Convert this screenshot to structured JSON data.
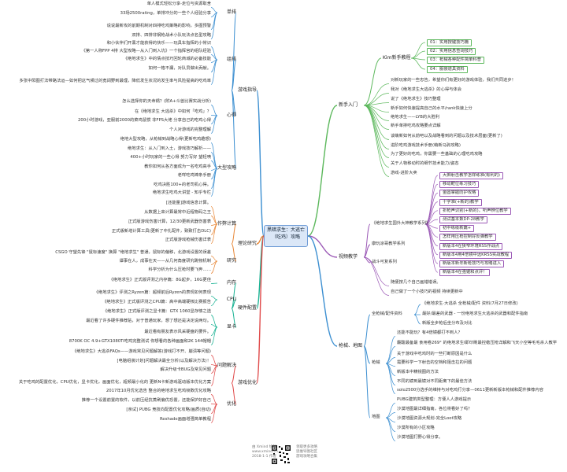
{
  "center": {
    "line1": "黑暗求生：大逃亡",
    "line2": "（吃鸡）攻略"
  },
  "colors": {
    "blue": "#3c8fd1",
    "green": "#5cb85c",
    "purple": "#9b59b6",
    "teal": "#1ab394",
    "orange": "#e8893a",
    "red": "#e04b4b",
    "grey": "#9aa5b1"
  },
  "branches": {
    "game_guide": "游戏指导",
    "novice": "新手入门",
    "theory": "理论研究",
    "video": "视频教学",
    "hardware": "硬件配置",
    "optimize": "游戏优化",
    "tactics": "枪械、地图"
  },
  "subbranches": {
    "solo": "单排",
    "team": "组排",
    "mind": "心得",
    "master": "大型攻略",
    "cheat": "作弊计算",
    "research": "研究",
    "memory": "内存",
    "cpu": "CPU",
    "gpu": "显卡",
    "problem": "问题解决",
    "opt": "优化",
    "newbie": "Kim新手教程",
    "weapon_data": "全枪械/配件资料",
    "guns": "枪械",
    "maps": "地图",
    "video_series": "《绝地求生国外大神教学系列》",
    "rank_series": "康玩凉哥教学系列",
    "tactics_series": "战斗可复系列"
  },
  "left_items": {
    "solo": [
      "单人模式轻松分享-走位与资源取舍",
      "33场2500rating，单排冲分的一些个人经验分享",
      "说说最新攻的前期机制对四排吃鸡策略的影响，多图预警",
      "双排、四排非钢枪战术小队玩法点名型攻略"
    ],
    "team": [
      "和小伙伴们开黑才能获得的快乐——玩具车指挥的小常识",
      "《第一人称FPP 4排 大型攻略—从入门到入坑》一个指挥官的组队经验",
      "《绝地求生》中的情点技巧回轮商城的必备技能",
      "如何一格不漏，对队员做出贡献。",
      "多张中阳图打法带路法运—如何把这气候过的宽阔野到最理，降低发生状况的发生率与风险提高的吃鸡率"
    ],
    "mind_items": [
      "怎么选择你的天命锅？(附A+斗兽比赛实战分析)",
      "在《绝地求生 大逃杀》中如何「吃鸡」？",
      "200小时游戏，亚服前2000的菜鸡鼠惯 非FPS大佬 分享自己的吃鸡心得",
      "个人对游戏的完整理解"
    ],
    "master": [
      "绝地大型攻略，从枪械到战略心得(更新吃鸡趣想)",
      "绝地求生：从入门到入土，游戏技巧解析——",
      "400+小时玩家的一些心得 努力写好 望轻喷",
      "教你如何从各方面成为一名吃鸡高手",
      "老咩吃鸡锦条手册",
      "吃鸡决胜100+的老司机心得。",
      "绝地求生吃鸡大讲堂 - 知乎专栏"
    ],
    "cheat": [
      "[还能量]游戏信息计算。",
      "从数据上来计算最常中近程物码之王",
      "正式版游戏伤害计算，12/30更新武器伤害表",
      "正式版新增计算工具(更新了中扎配件，致致打击DLC)",
      "正式版游戏枪械伤害详表"
    ],
    "research": [
      "CSGO 守望先锋 \"鼠标速度\" 换算 \"绝地求生\" 普通，鼠标的偏移，北游戏设置的误差",
      "谭事在人，成事在天——从几何角度研究跳物机制",
      "科学分析为什么压枪时要飞奔……"
    ],
    "memory": [
      "《绝地求生》正式版评测之内存篇：8G起步，16G更佳"
    ],
    "cpu": [
      "《绝地求生》评测之Ryzen篇：超频前后Ryzen的表现如何表现",
      "《绝地求生》正式版评测之CPU篇：高中高端硬核比赛报告"
    ],
    "gpu": [
      "《绝地求生》正式版评测之显卡篇：GTX 1060显存够之选",
      "最近看了许多硬件推荐贴，对于普通玩家，想了想还是决定说两句。",
      "最近看有朋友表示风采硬盘的要件。",
      "8700K OC 4.9+GTX1080Ti吃鸡完整测试 你想看的各种画面和2K 144帽帽"
    ],
    "problem": [
      "《绝地求生》大逃杀FAQs——游戏常见问题解答(游戏打不开、崩溃等问题)",
      "[电脑组装计划]问题解决最全分析(以及解决方法)！",
      "解决升级卡BUG及常见问题",
      "关于吃鸡的配置优化，CPU优化，显卡优化，画面优化，超频最小化的 更新N卡新游戏驱动版本优化方案"
    ],
    "opt": [
      "2017年10月优化选告 整合的绝地求生吃鸡帧数优化攻略",
      "推荐一个设置前置的软件，以前压经抗蒸刷偏优恐置，还能保护好自己",
      "[亲试] PUBG 竞技向配置优化攻略/画质(自动)",
      "Reshade画面增强简单教程"
    ]
  },
  "right_items": {
    "newbie": [
      "01：实用按键技巧篇",
      "02：实用信息查询技巧",
      "03：枪械各种配件简单科普",
      "04：服装道具资料"
    ],
    "novice": [
      "对新玩家的一些忠告，希望你们有更好的游戏体验，我们共同进步！",
      "我对《绝地求生大逃杀》的心得与体会",
      "说了《绝地求生》技巧整理",
      "新手如何快速提高自己的水平/rank快速上分",
      "绝地求生——LYB的大胜利"
    ],
    "novice2": [
      "新手单排吃鸡攻略要点详解",
      "谈萌新如何从前吧以及战略看到的问题以及技术层面(更新了)",
      "进阶吃鸡游戏技术手册(萌新马驹攻略)",
      "为了更好的吃鸡，你需要一些基础的心理吃鸡攻略",
      "关于人物移动时的细节技术能力/姿态",
      "游戏-进阶大卖"
    ],
    "video_series": [
      "大狮射击教学怎样练准(有利的)",
      "移动靶位练习技巧",
      "金圆掌握防护攻略",
      "十字准(+新的)教学",
      "折枪声识别(+新的)，听声辨位教学",
      "测试基本数DP-28教学",
      "初中练级新篇+",
      "怎样用压枪控制好反弹教学",
      "新版本4在狭窄环境RSS作战点",
      "新版本4用4倍镜中远KRSS实战教程",
      "新版本新年新枪技巧与攻略进入",
      "新版本4在强锯和点评！"
    ],
    "rank_series": [
      "..."
    ],
    "video_extra": [
      "随便按几个自己画错错误。",
      "自己做了一个小技巧的视频 持续更新中"
    ],
    "weapon_data": [
      "《绝地求生·大逃杀 全枪械/配件 资料(7月27日修改)",
      "最好/最差的武器 - 一份绝地求生大逃杀的武器和配件指南",
      "新版全步枪后坐分布及对比"
    ],
    "guns": [
      "还能不能玩？有4倍镜都打不到人？",
      "霰酸最备最 食用卷269° 的绝地求生I即印刷最控稳压枪详解和飞天小空等毛毛杀人教学",
      "关于游戏中吃鸡时的一些打断原因是什么",
      "需要科学一下射击的空档和阻击拉的问题",
      "新版本中精锐图的方法",
      "不同的镜到最镜对不同距离下的最佳方法",
      "solo2500分选手的维持与对吃鸡打分享—0611更新新版本枪械和配件推荐内容"
    ],
    "maps": [
      "PUBG建筑类型整理：方便人人游戏提示",
      "沙漠地图最详细指南，各位将看好了吗？",
      "沙漠地图资源大规划-完全Loot攻略",
      "沙漠所有的小区攻略",
      "沙漠地图打野心得分享。"
    ]
  },
  "footer": {
    "left1": "由 Xmind 绘制",
    "left2": "www.xmind.cn",
    "left3": "2018-1-1 作者",
    "right1": "领取更多攻略",
    "right2": "思维导图社区",
    "right3": "游戏攻略合集"
  }
}
